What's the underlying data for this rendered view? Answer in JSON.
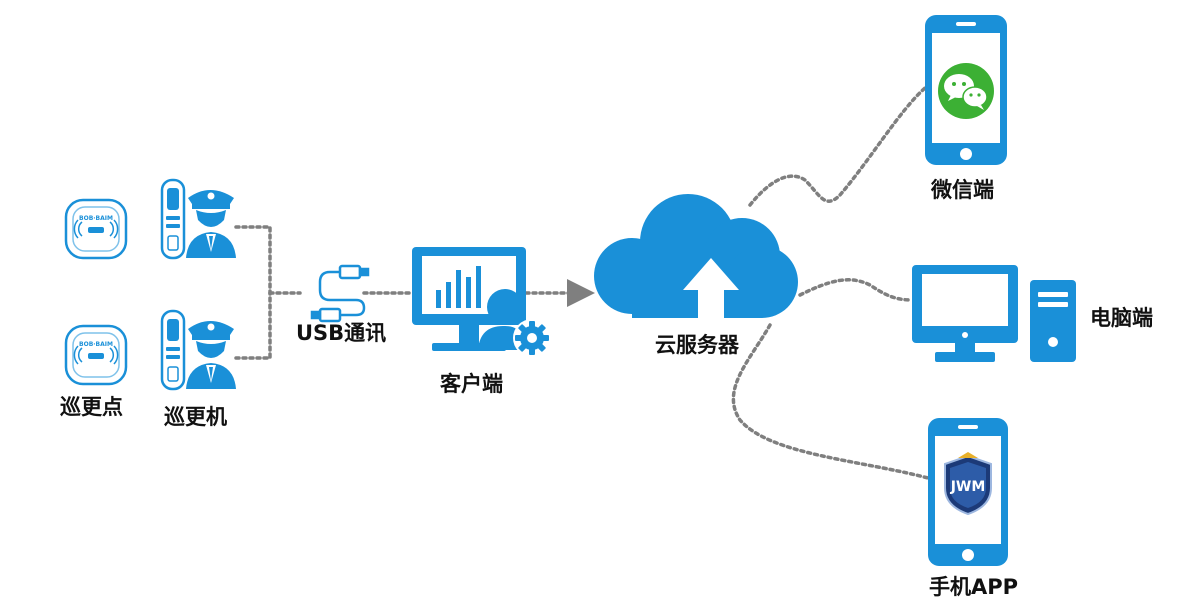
{
  "labels": {
    "patrol_point": "巡更点",
    "patrol_machine": "巡更机",
    "usb": "USB通讯",
    "client": "客户端",
    "cloud": "云服务器",
    "wechat": "微信端",
    "pc": "电脑端",
    "app": "手机APP"
  },
  "app_logo_text": "JWM",
  "device_text": "BOB·BAIM",
  "colors": {
    "primary": "#1A90D8",
    "connector": "#7F7F7F",
    "wechat_green": "#3CB034",
    "shield_navy": "#1C3A78",
    "badge_gold": "#E8B02A"
  }
}
